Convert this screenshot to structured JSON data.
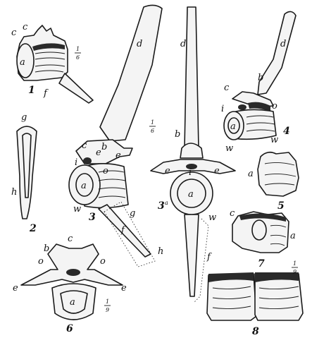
{
  "figures": {
    "f1": {
      "number": "1",
      "scale": {
        "num": "1",
        "den": "6"
      },
      "labels": {
        "c1": "c",
        "c2": "c",
        "a": "a",
        "f": "f"
      }
    },
    "f2": {
      "number": "2",
      "labels": {
        "g": "g",
        "h": "h"
      }
    },
    "f3": {
      "number": "3",
      "labels": {
        "d": "d",
        "c": "c",
        "e_left": "e",
        "e_right": "e",
        "i": "i",
        "b": "b",
        "o": "o",
        "a": "a",
        "w": "w",
        "g": "g",
        "f": "f",
        "h": "h"
      }
    },
    "f3a": {
      "number": "3",
      "suffix": "a",
      "scale": {
        "num": "1",
        "den": "6"
      },
      "labels": {
        "d": "d",
        "b": "b",
        "e_left": "e",
        "e_right": "e",
        "i": "i",
        "a": "a",
        "w": "w",
        "f": "f"
      }
    },
    "f4": {
      "number": "4",
      "labels": {
        "d": "d",
        "b": "b",
        "c": "c",
        "i": "i",
        "o": "o",
        "a": "a",
        "w_left": "w",
        "w_right": "w"
      }
    },
    "f5": {
      "number": "5",
      "labels": {
        "a": "a"
      }
    },
    "f6": {
      "number": "6",
      "scale": {
        "num": "1",
        "den": "9"
      },
      "labels": {
        "c": "c",
        "b": "b",
        "o_left": "o",
        "o_right": "o",
        "e_left": "e",
        "e_right": "e",
        "a": "a"
      }
    },
    "f7": {
      "number": "7",
      "labels": {
        "c": "c",
        "a": "a"
      }
    },
    "f8": {
      "number": "8",
      "scale": {
        "num": "1",
        "den": "9"
      }
    }
  },
  "colors": {
    "ink": "#1a1a1a",
    "paper": "#ffffff"
  }
}
